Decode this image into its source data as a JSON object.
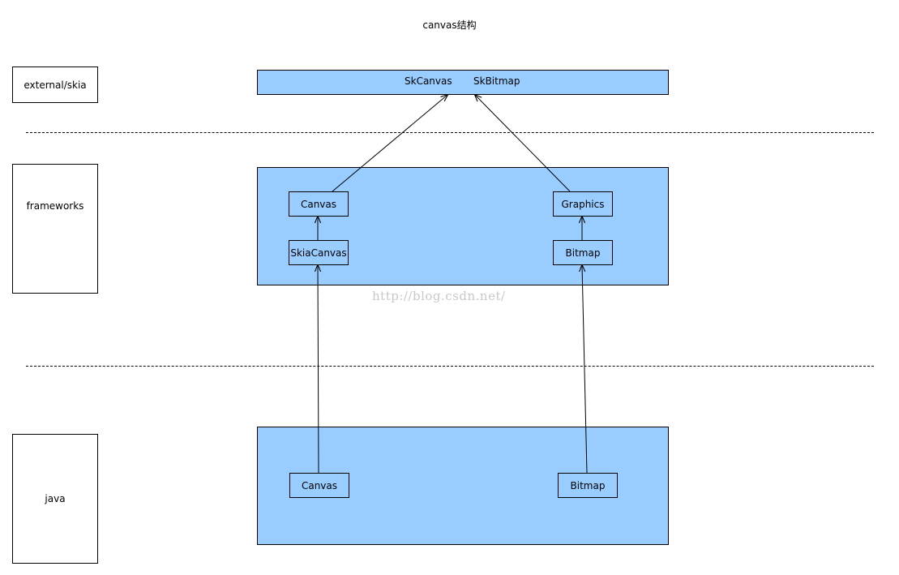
{
  "title": "canvas结构",
  "layers": {
    "external": {
      "label": "external/skia",
      "classes": [
        "SkCanvas",
        "SkBitmap"
      ]
    },
    "frameworks": {
      "label": "frameworks",
      "nodes": [
        "Canvas",
        "SkiaCanvas",
        "Graphics",
        "Bitmap"
      ]
    },
    "java": {
      "label": "java",
      "nodes": [
        "Canvas",
        "Bitmap"
      ]
    }
  },
  "watermark": "http://blog.csdn.net/",
  "colors": {
    "box_fill": "#99ccff",
    "stroke": "#000000",
    "watermark": "#c8c8c8"
  }
}
